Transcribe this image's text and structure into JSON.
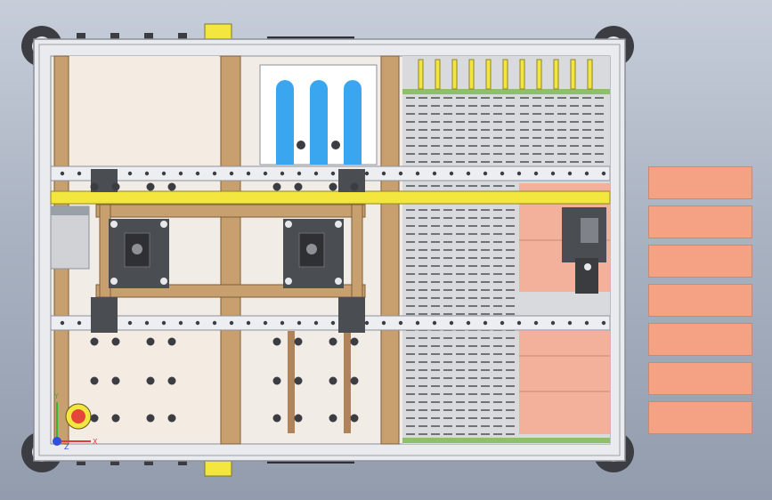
{
  "viewport": {
    "background_top": "#c7ceda",
    "background_bottom": "#929cad"
  },
  "model": {
    "frame_color": "#e9ebee",
    "frame_stroke": "#8c9099",
    "wood_color": "#c8a070",
    "yellow_color": "#f3e63e",
    "dark_block_color": "#4a4d52",
    "panel_blue": "#3aa6f0",
    "salmon_zone": "#f3b09a",
    "green_strip": "#8fbf6a",
    "caster_color": "#3b3d42"
  },
  "axis_triad": {
    "x_label": "X",
    "y_label": "Y",
    "z_label": "Z",
    "x_color": "#e23a3a",
    "y_color": "#33b833",
    "z_color": "#2f4fe0"
  },
  "legend_swatches": {
    "count": 7,
    "fill": "#f4a184",
    "border": "#c98a74"
  }
}
